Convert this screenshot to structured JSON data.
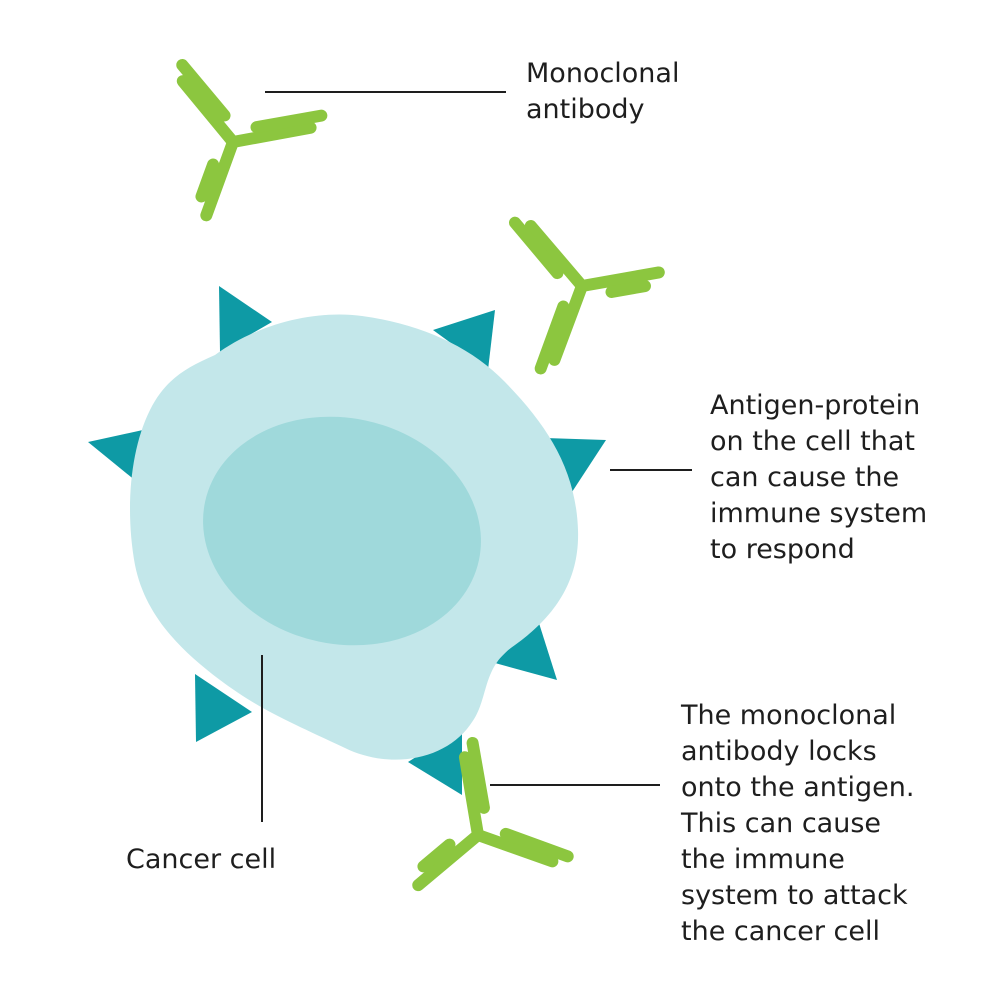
{
  "labels": {
    "monoclonal_antibody": [
      "Monoclonal",
      "antibody"
    ],
    "antigen_protein": [
      "Antigen-protein",
      "on the cell that",
      "can cause the",
      "immune system",
      "to respond"
    ],
    "antibody_locks": [
      "The monoclonal",
      "antibody locks",
      "onto the antigen.",
      "This can cause",
      "the immune",
      "system to attack",
      "the cancer cell"
    ],
    "cancer_cell": "Cancer cell"
  },
  "colors": {
    "cell_body": "#c3e7ea",
    "nucleus": "#9fd9db",
    "antigen": "#0e9aa5",
    "antibody": "#8cc63f",
    "leader_line": "#1e1e1e",
    "text": "#1e1e1e"
  }
}
